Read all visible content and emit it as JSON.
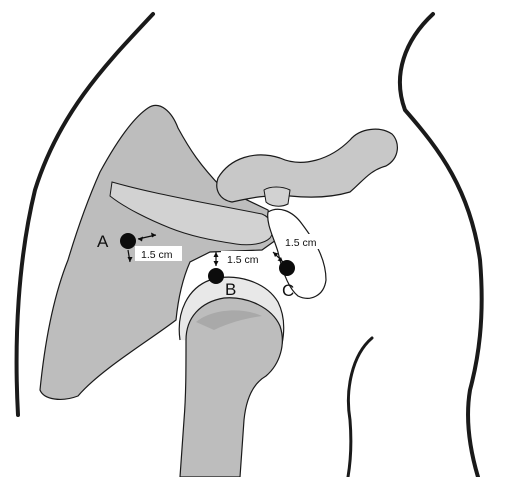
{
  "diagram": {
    "colors": {
      "bone": "#bdbdbd",
      "bone_light": "#d2d2d2",
      "outline": "#1a1a1a",
      "marker": "#0c0c0c",
      "label_bg": "#ffffff"
    },
    "points": [
      {
        "id": "A",
        "label": "A",
        "distance": "1.5 cm"
      },
      {
        "id": "B",
        "label": "B",
        "distance": "1.5 cm"
      },
      {
        "id": "C",
        "label": "C",
        "distance": "1.5 cm"
      }
    ]
  }
}
